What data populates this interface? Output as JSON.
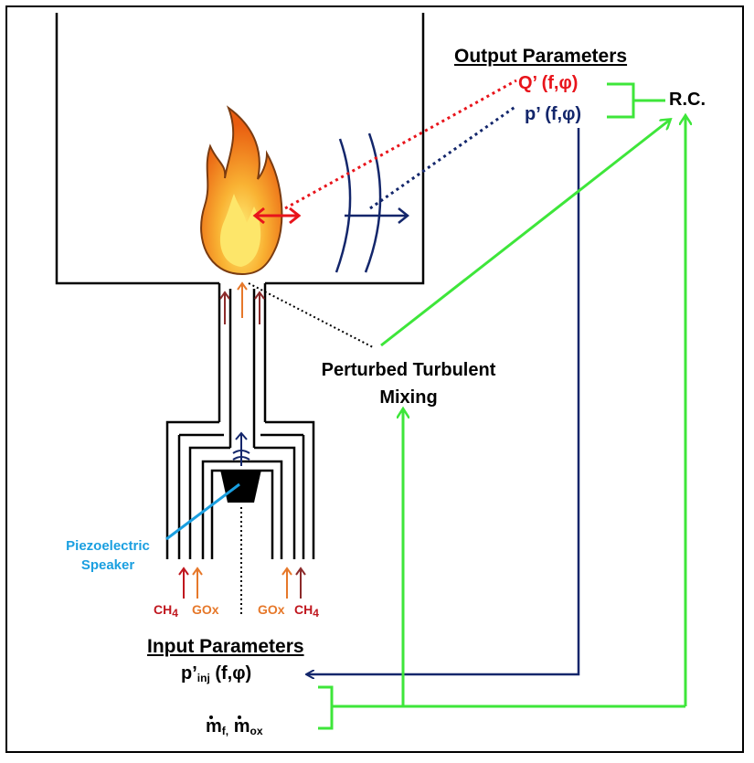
{
  "output": {
    "heading": "Output Parameters",
    "q_prime": "Q’",
    "p_prime": "p’",
    "args": "(f,φ)",
    "rc": "R.C."
  },
  "mixing": {
    "line1": "Perturbed Turbulent",
    "line2": "Mixing"
  },
  "speaker": {
    "line1": "Piezoelectric",
    "line2": "Speaker"
  },
  "inlets": {
    "ch4_left": "CH",
    "gox_left": "GOx",
    "gox_right": "GOx",
    "ch4_right": "CH",
    "sub4": "4"
  },
  "input": {
    "heading": "Input Parameters",
    "pinj_main": "p’",
    "pinj_sub": "inj",
    "pinj_args": " (f,φ)",
    "m_f": "m",
    "m_f_sub": "f,",
    "m_ox": "m",
    "m_ox_sub": "ox"
  },
  "colors": {
    "green": "#3ee63a",
    "navy": "#13266b",
    "red": "#e8141b",
    "cyan": "#1a9fe0",
    "orange": "#e6782a",
    "maroon": "#8b2a2a"
  }
}
